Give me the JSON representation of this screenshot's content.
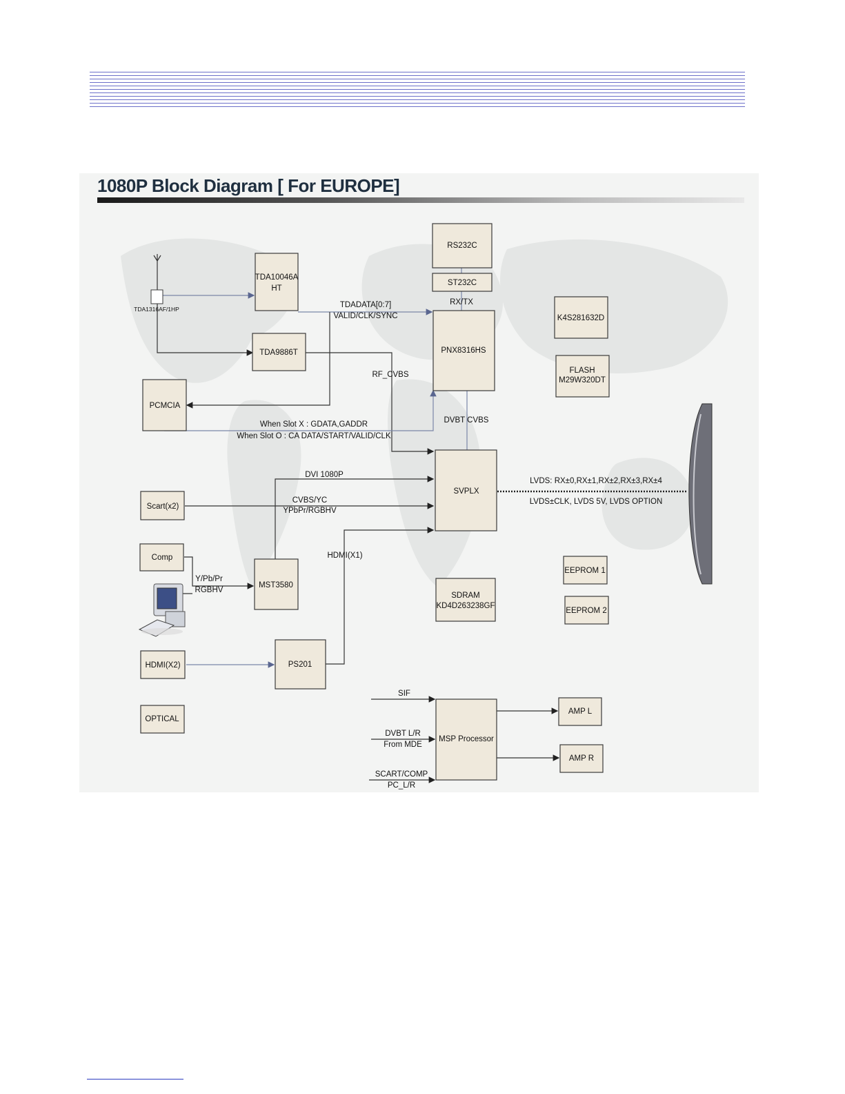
{
  "diagram": {
    "title": "1080P Block Diagram [ For EUROPE]",
    "blocks": {
      "rs232c": "RS232C",
      "st232c": "ST232C",
      "tda10046a_1": "TDA10046A",
      "tda10046a_2": "HT",
      "tuner": "TDA1316AF/1HP",
      "tda9886t": "TDA9886T",
      "pnx8316hs": "PNX8316HS",
      "k4s281632d": "K4S281632D",
      "flash_1": "FLASH",
      "flash_2": "M29W320DT",
      "pcmcia": "PCMCIA",
      "svplx": "SVPLX",
      "scart": "Scart(x2)",
      "comp": "Comp",
      "mst3580": "MST3580",
      "sdram_1": "SDRAM",
      "sdram_2": "KD4D263238GF",
      "eeprom1": "EEPROM 1",
      "eeprom2": "EEPROM 2",
      "hdmi_x2": "HDMI(X2)",
      "ps201": "PS201",
      "optical": "OPTICAL",
      "msp": "MSP Processor",
      "amp_l": "AMP L",
      "amp_r": "AMP R"
    },
    "signals": {
      "rxtx": "RX/TX",
      "tdadata_1": "TDADATA[0:7]",
      "tdadata_2": "VALID/CLK/SYNC",
      "rf_cvbs": "RF_CVBS",
      "dvbt_cvbs": "DVBT CVBS",
      "slot_x": "When Slot X : GDATA,GADDR",
      "slot_o": "When Slot O : CA DATA/START/VALID/CLK",
      "dvi": "DVI 1080P",
      "cvbs_1": "CVBS/YC",
      "cvbs_2": "YPbPr/RGBHV",
      "hdmi_x1": "HDMI(X1)",
      "ypbpr_1": "Y/Pb/Pr",
      "ypbpr_2": "RGBHV",
      "lvds_1": "LVDS: RX±0,RX±1,RX±2,RX±3,RX±4",
      "lvds_2": "LVDS±CLK, LVDS 5V, LVDS OPTION",
      "sif": "SIF",
      "dvbt_lr_1": "DVBT L/R",
      "dvbt_lr_2": "From MDE",
      "scart_comp_1": "SCART/COMP",
      "scart_comp_2": "PC_L/R"
    }
  }
}
